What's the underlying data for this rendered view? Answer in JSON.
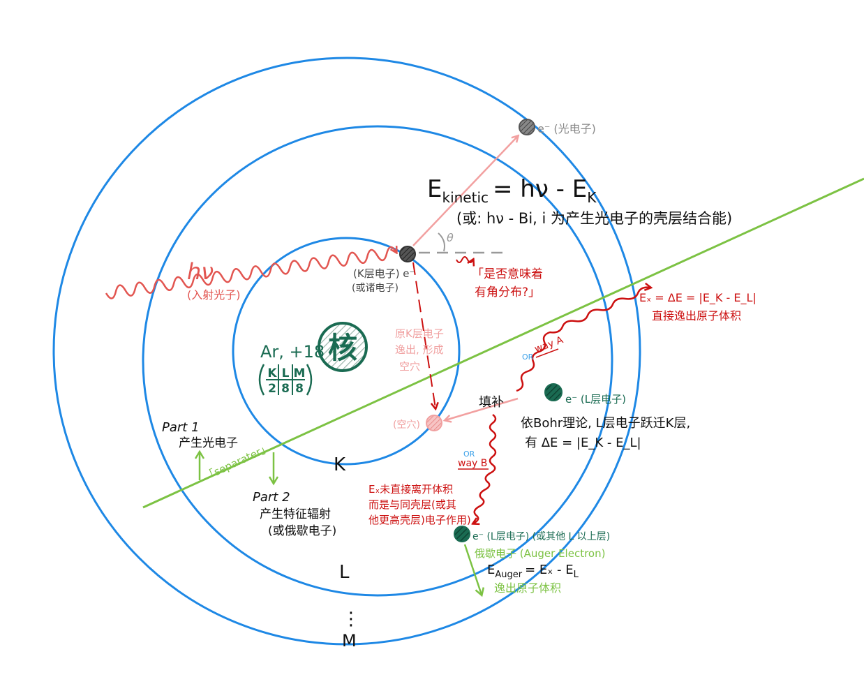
{
  "colors": {
    "shell": "#1e88e5",
    "separator": "#7cc243",
    "photon": "#e25550",
    "photoelectron_arrow": "#f2a0a0",
    "dark_red": "#cc1010",
    "pink_text": "#f0a0a0",
    "nucleus": "#1a6b52",
    "green_text": "#7cc243",
    "gray": "#888888",
    "black": "#111111",
    "blue_label": "#3aa0e8"
  },
  "shells": {
    "k_label": "K",
    "l_label": "L",
    "m_label": "M",
    "m_dots": "⋮"
  },
  "nucleus": {
    "atom": "Ar, +18",
    "symbol": "核",
    "config_headers": [
      "K",
      "L",
      "M"
    ],
    "config_values": [
      "2",
      "8",
      "8"
    ]
  },
  "photon": {
    "symbol": "hν",
    "caption": "(入射光子)"
  },
  "k_electron": {
    "label_top": "(K层电子) e⁻",
    "label_bottom": "(或诸电子)"
  },
  "photoelectron": {
    "label": "e⁻ (光电子)",
    "equation": "E kinetic = hν - E K",
    "equation_main": "E",
    "equation_sub": "kinetic",
    "equation_rest": "= hν - E",
    "equation_rest_sub": "K",
    "note": "(或: hν - Bi, i 为产生光电子的壳层结合能)",
    "theta": "θ"
  },
  "angle_note": {
    "line1": "「是否意味着",
    "line2": "有角分布?」"
  },
  "vacancy": {
    "note_line1": "原K层电子",
    "note_line2": "逸出, 形成",
    "note_line3": "空穴",
    "label": "(空穴)"
  },
  "way_a": {
    "or_label": "OR",
    "way_label": "way A",
    "result_line1": "Eₓ = ΔE = |E_K - E_L|",
    "result_line2": "直接逸出原子体积"
  },
  "l_electron": {
    "label": "e⁻ (L层电子)",
    "fill_label": "填补",
    "bohr_line1": "依Bohr理论, L层电子跃迁K层,",
    "bohr_line2": "有 ΔE = |E_K - E_L|"
  },
  "way_b": {
    "or_label": "OR",
    "way_label": "way B",
    "note_line1": "Eₓ未直接离开体积",
    "note_line2": "而是与同壳层(或其",
    "note_line3": "他更高壳层)电子作用)"
  },
  "auger": {
    "electron_label": "e⁻ (L层电子) (或其他 L 以上层)",
    "name_label": "俄歇电子 (Auger Electron)",
    "equation": "E Auger = Eₓ - E L",
    "eq_main": "E",
    "eq_sub": "Auger",
    "eq_rest": "= Eₓ - E",
    "eq_rest_sub": "L",
    "escape": "逸出原子体积"
  },
  "separator": {
    "label": "「separater」",
    "part1_title": "Part 1",
    "part1_desc": "产生光电子",
    "part2_title": "Part 2",
    "part2_desc1": "产生特征辐射",
    "part2_desc2": "(或俄歇电子)"
  }
}
